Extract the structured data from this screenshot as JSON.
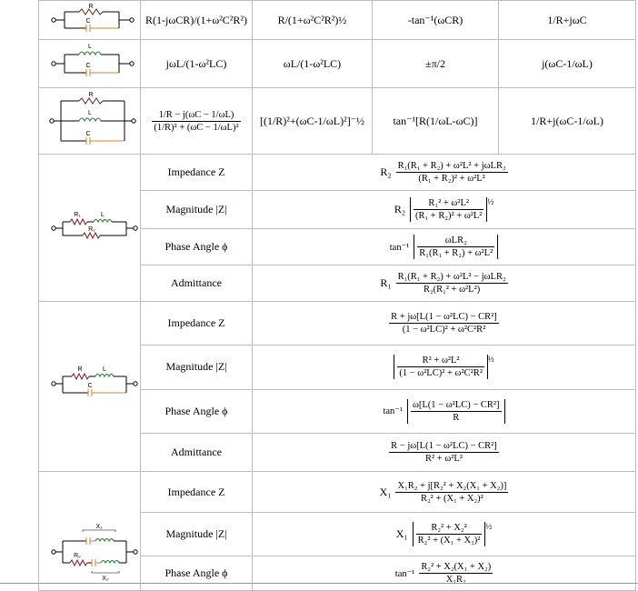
{
  "colors": {
    "resistor": "#7a1a1a",
    "inductor": "#1d7d2b",
    "capacitor": "#d9822b",
    "wire": "#000000",
    "grid": "#bdbdbd"
  },
  "rows": [
    {
      "labels": {
        "top": "R",
        "bottom": "C"
      },
      "z": "R(1-jωCR)/(1+ω²C²R²)",
      "mag": "R/(1+ω²C²R²)½",
      "phase": "-tan⁻¹(ωCR)",
      "adm": "1/R+jωC"
    },
    {
      "labels": {
        "top": "L",
        "bottom": "C"
      },
      "z": "jωL/(1-ω²LC)",
      "mag": "ωL/(1-ω²LC)",
      "phase": "±π/2",
      "adm": "j(ωC-1/ωL)"
    },
    {
      "labels": {
        "top": "R",
        "mid": "L",
        "bottom": "C"
      },
      "z_num": "1/R − j(ωC − 1/ωL)",
      "z_den": "(1/R)² + (ωC − 1/ωL)²",
      "mag": "[(1/R)²+(ωC-1/ωL)²]⁻½",
      "phase": "tan⁻¹[R(1/ωL-ωC)]",
      "adm": "1/R+j(ωC-1/ωL)"
    }
  ],
  "groups": [
    {
      "labels": {
        "r1": "R₁",
        "l": "L",
        "r2": "R₂"
      },
      "items": [
        {
          "label": "Impedance Z",
          "pre": "R₂",
          "num": "R₁(R₁ + R₂) + ω²L² + jωLR₂",
          "den": "(R₁ + R₂)² + ω²L²"
        },
        {
          "label": "Magnitude |Z|",
          "pre": "R₂",
          "num": "R₁² + ω²L²",
          "den": "(R₁ + R₂)² + ω²L²",
          "exp": "½"
        },
        {
          "label": "Phase Angle ϕ",
          "pre": "tan⁻¹",
          "num": "ωLR₂",
          "den": "R₁(R₁ + R₂) + ω²L²"
        },
        {
          "label": "Admittance",
          "pre": "R₁",
          "num": "R₁(R₁ + R₂) + ω²L² − jωLR₂",
          "den": "R₂(R₁² + ω²L²)"
        }
      ]
    },
    {
      "labels": {
        "r": "R",
        "l": "L",
        "c": "C"
      },
      "items": [
        {
          "label": "Impedance Z",
          "pre": "",
          "num": "R + jω[L(1 − ω²LC) − CR²]",
          "den": "(1 − ω²LC)² + ω²C²R²"
        },
        {
          "label": "Magnitude |Z|",
          "pre": "",
          "num": "R² + ω²L²",
          "den": "(1 − ω²LC)² + ω²C²R²",
          "exp": "½"
        },
        {
          "label": "Phase Angle ϕ",
          "pre": "tan⁻¹",
          "num": "ω[L(1 − ω²LC) − CR²]",
          "den": "R"
        },
        {
          "label": "Admittance",
          "pre": "",
          "num": "R − jω[L(1 − ω²LC) − CR²]",
          "den": "R² + ω²L²"
        }
      ]
    },
    {
      "labels": {
        "x1": "X₁",
        "r2": "R₂",
        "x2": "X₂"
      },
      "items": [
        {
          "label": "Impedance Z",
          "pre": "X₁",
          "num": "X₁R₂ + j[R₂² + X₂(X₁ + X₂)]",
          "den": "R₂² + (X₁ + X₂)²"
        },
        {
          "label": "Magnitude |Z|",
          "pre": "X₁",
          "num": "R₂² + X₂²",
          "den": "R₂² + (X₁ + X₂)²",
          "exp": "½"
        },
        {
          "label": "Phase Angle ϕ",
          "pre": "tan⁻¹",
          "num": "R₂² + X₂(X₁ + X₂)",
          "den": "X₁R₂"
        }
      ]
    }
  ]
}
